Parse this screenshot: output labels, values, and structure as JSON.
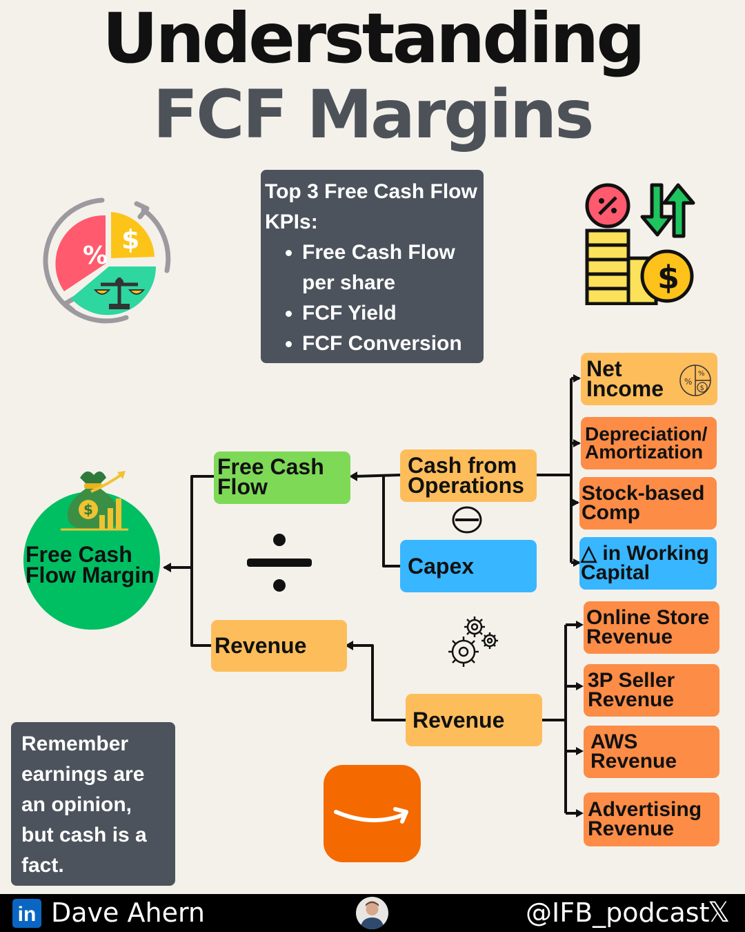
{
  "title": {
    "line1": "Understanding",
    "line2": "FCF Margins"
  },
  "kpis": {
    "heading": "Top 3 Free Cash Flow KPIs:",
    "items": [
      "Free Cash Flow per share",
      "FCF Yield",
      "FCF Conversion"
    ]
  },
  "nodes": {
    "fcf_margin": "Free Cash Flow Margin",
    "free_cash_flow": "Free Cash Flow",
    "revenue_left": "Revenue",
    "cash_from_operations": "Cash from Operations",
    "capex": "Capex",
    "revenue_right": "Revenue",
    "net_income": "Net Income",
    "depreciation": "Depreciation/ Amortization",
    "stock_comp": "Stock-based Comp",
    "working_capital": "in Working Capital",
    "working_capital_symbol": "△",
    "online_store": "Online Store Revenue",
    "seller_3p": "3P Seller Revenue",
    "aws": "AWS Revenue",
    "advertising": "Advertising Revenue"
  },
  "remember_note": "Remember earnings are an opinion, but cash is a fact.",
  "footer": {
    "name": "Dave Ahern",
    "handle": "@IFB_podcast",
    "linkedin_glyph": "in",
    "x_glyph": "𝕏"
  },
  "icons": [
    "cycle-percent-icon",
    "coins-arrows-icon",
    "money-bag-growth-icon",
    "division-icon",
    "minus-circle-icon",
    "gears-icon",
    "amazon-logo-icon",
    "linkedin-icon",
    "x-logo-icon",
    "avatar"
  ],
  "colors": {
    "background": "#f4f1eb",
    "dark_box": "#4c535c",
    "yellow": "#fdbd5b",
    "orange": "#fc8c46",
    "green_light": "#7ed957",
    "green": "#00bf63",
    "blue": "#38b6ff",
    "amazon": "#f46a00",
    "title_gray": "#4d5259"
  }
}
